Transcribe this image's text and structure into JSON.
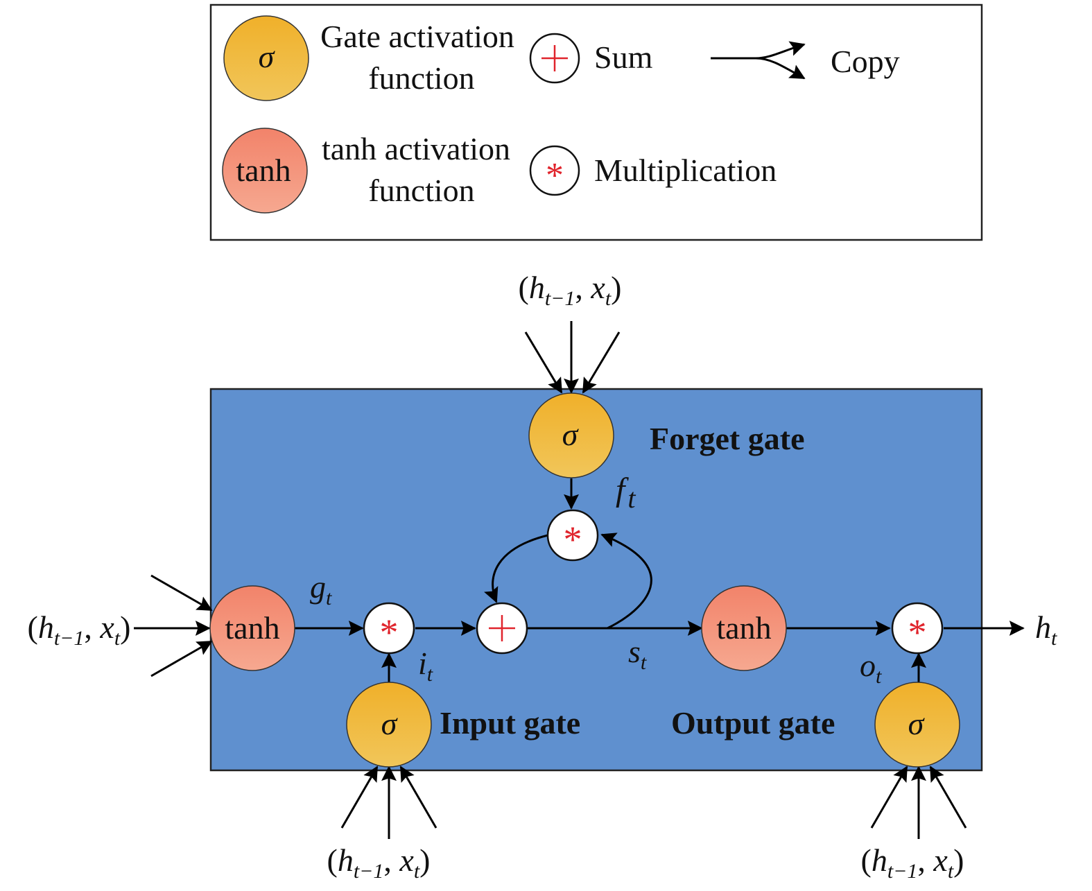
{
  "colors": {
    "cell_fill": "#5f90cf",
    "cell_stroke": "#222222",
    "sigma_top": "#f0b02a",
    "sigma_bottom": "#f1c65a",
    "tanh_top": "#f2836a",
    "tanh_bottom": "#f6a890",
    "op_symbol": "#e0242c",
    "line": "#000000"
  },
  "legend": {
    "sigma_symbol": "σ",
    "gate_line1": "Gate activation",
    "gate_line2": "function",
    "tanh_symbol": "tanh",
    "tanh_line1": "tanh activation",
    "tanh_line2": "function",
    "sum_symbol": "+",
    "sum_label": "Sum",
    "mult_symbol": "*",
    "mult_label": "Multiplication",
    "copy_label": "Copy",
    "copy_icon": "branch-arrow-icon"
  },
  "cell": {
    "forget_gate_label": "Forget gate",
    "input_gate_label": "Input gate",
    "output_gate_label": "Output gate",
    "sigma": "σ",
    "tanh": "tanh",
    "plus": "+",
    "star": "*"
  },
  "inputs": {
    "open": "(",
    "h": "h",
    "h_sub": "t−1",
    "comma": ", ",
    "x": "x",
    "x_sub": "t",
    "close": ")"
  },
  "signals": {
    "f": "f",
    "f_sub": "t",
    "g": "g",
    "g_sub": "t",
    "i": "i",
    "i_sub": "t",
    "s": "s",
    "s_sub": "t",
    "o": "o",
    "o_sub": "t",
    "h": "h",
    "h_sub": "t"
  }
}
